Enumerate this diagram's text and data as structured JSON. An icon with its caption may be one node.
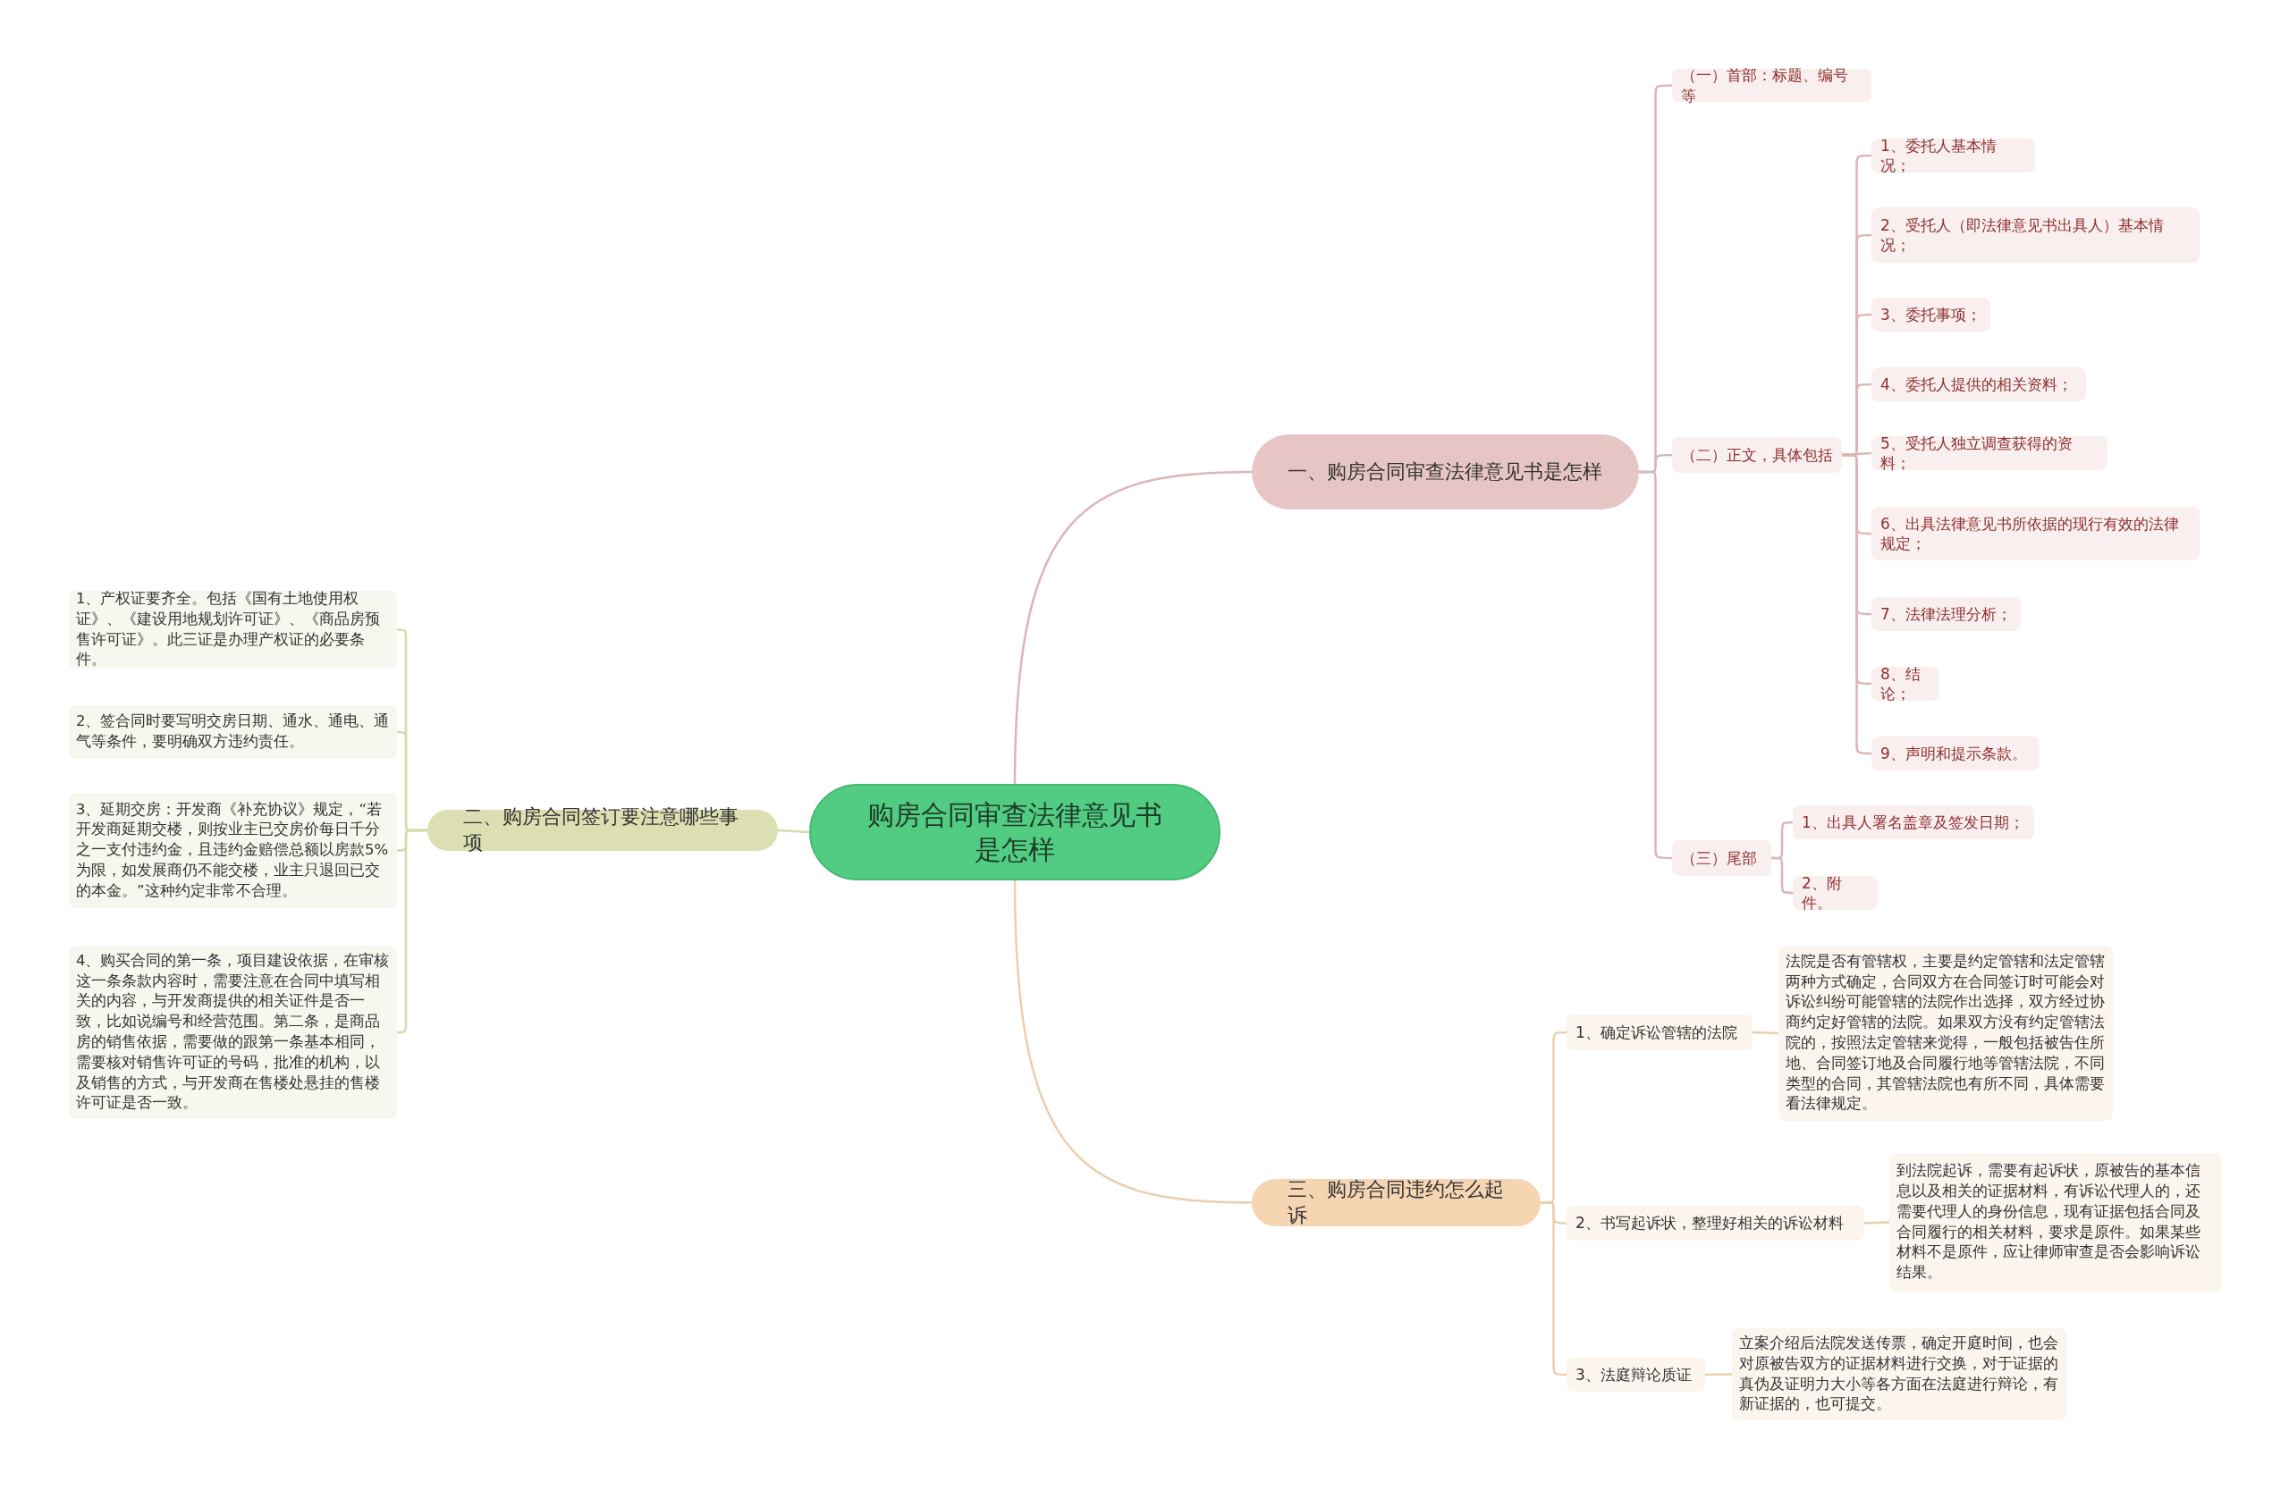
{
  "diagram": {
    "nodes": [
      {
        "text": [
          "购房合同审查法律意见书是怎样"
        ]
      },
      {
        "text": [
          "一、购房合同审查法律意见书是怎样"
        ]
      },
      {
        "text": [
          "（一）首部：标题、编号等"
        ]
      },
      {
        "text": [
          "（二）正文，具体包括"
        ]
      },
      {
        "text": [
          "1、委托人基本情况；"
        ]
      },
      {
        "text": [
          "2、受托人（即法律意见书出具人）基本情况；"
        ]
      },
      {
        "text": [
          "3、委托事项；"
        ]
      },
      {
        "text": [
          "4、委托人提供的相关资料；"
        ]
      },
      {
        "text": [
          "5、受托人独立调查获得的资料；"
        ]
      },
      {
        "text": [
          "6、出具法律意见书所依据的现行有效的法律规定；"
        ]
      },
      {
        "text": [
          "7、法律法理分析；"
        ]
      },
      {
        "text": [
          "8、结论；"
        ]
      },
      {
        "text": [
          "9、声明和提示条款。"
        ]
      },
      {
        "text": [
          "（三）尾部"
        ]
      },
      {
        "text": [
          "1、出具人署名盖章及签发日期；"
        ]
      },
      {
        "text": [
          "2、附件。"
        ]
      },
      {
        "text": [
          "二、购房合同签订要注意哪些事项"
        ]
      },
      {
        "text": [
          "1、产权证要齐全。包括《国有土地使用权证》、《建设用地规划许可证》、《商品房预售许可证》。此三证是办理产权证的必要条件。"
        ]
      },
      {
        "text": [
          "2、签合同时要写明交房日期、通水、通电、通气等条件，要明确双方违约责任。"
        ]
      },
      {
        "text": [
          "3、延期交房：开发商《补充协议》规定，“若开发商延期交楼，则按业主已交房价每日千分之一支付违约金，且违约金赔偿总额以房款5%为限，如发展商仍不能交楼，业主只退回已交的本金。”这种约定非常不合理。"
        ]
      },
      {
        "text": [
          "4、购买合同的第一条，项目建设依据，在审核这一条条款内容时，需要注意在合同中填写相关的内容，与开发商提供的相关证件是否一致，比如说编号和经营范围。第二条，是商品房的销售依据，需要做的跟第一条基本相同，需要核对销售许可证的号码，批准的机构，以及销售的方式，与开发商在售楼处悬挂的售楼许可证是否一致。"
        ]
      },
      {
        "text": [
          "三、购房合同违约怎么起诉"
        ]
      },
      {
        "text": [
          "1、确定诉讼管辖的法院"
        ]
      },
      {
        "text": [
          "法院是否有管辖权，主要是约定管辖和法定管辖两种方式确定，合同双方在合同签订时可能会对诉讼纠纷可能管辖的法院作出选择，双方经过协商约定好管辖的法院。如果双方没有约定管辖法院的，按照法定管辖来觉得，一般包括被告住所地、合同签订地及合同履行地等管辖法院，不同类型的合同，其管辖法院也有所不同，具体需要看法律规定。"
        ]
      },
      {
        "text": [
          "2、书写起诉状，整理好相关的诉讼材料"
        ]
      },
      {
        "text": [
          "到法院起诉，需要有起诉状，原被告的基本信息以及相关的证据材料，有诉讼代理人的，还需要代理人的身份信息，现有证据包括合同及合同履行的相关材料，要求是原件。如果某些材料不是原件，应让律师审查是否会影响诉讼结果。"
        ]
      },
      {
        "text": [
          "3、法庭辩论质证"
        ]
      },
      {
        "text": [
          "立案介绍后法院发送传票，确定开庭时间，也会对原被告双方的证据材料进行交换，对于证据的真伪及证明力大小等各方面在法庭进行辩论，有新证据的，也可提交。"
        ]
      }
    ],
    "edges": [
      {
        "from": 0,
        "to": 1,
        "arrow": "none"
      },
      {
        "from": 1,
        "to": 2,
        "arrow": "none"
      },
      {
        "from": 1,
        "to": 3,
        "arrow": "none"
      },
      {
        "from": 3,
        "to": 4,
        "arrow": "none"
      },
      {
        "from": 3,
        "to": 5,
        "arrow": "none"
      },
      {
        "from": 3,
        "to": 6,
        "arrow": "none"
      },
      {
        "from": 3,
        "to": 7,
        "arrow": "none"
      },
      {
        "from": 3,
        "to": 8,
        "arrow": "none"
      },
      {
        "from": 3,
        "to": 9,
        "arrow": "none"
      },
      {
        "from": 3,
        "to": 10,
        "arrow": "none"
      },
      {
        "from": 3,
        "to": 11,
        "arrow": "none"
      },
      {
        "from": 3,
        "to": 12,
        "arrow": "none"
      },
      {
        "from": 1,
        "to": 13,
        "arrow": "none"
      },
      {
        "from": 13,
        "to": 14,
        "arrow": "none"
      },
      {
        "from": 13,
        "to": 15,
        "arrow": "none"
      },
      {
        "from": 0,
        "to": 16,
        "arrow": "none"
      },
      {
        "from": 16,
        "to": 17,
        "arrow": "none"
      },
      {
        "from": 16,
        "to": 18,
        "arrow": "none"
      },
      {
        "from": 16,
        "to": 19,
        "arrow": "none"
      },
      {
        "from": 16,
        "to": 20,
        "arrow": "none"
      },
      {
        "from": 0,
        "to": 21,
        "arrow": "none"
      },
      {
        "from": 21,
        "to": 22,
        "arrow": "none"
      },
      {
        "from": 22,
        "to": 23,
        "arrow": "none"
      },
      {
        "from": 21,
        "to": 24,
        "arrow": "none"
      },
      {
        "from": 24,
        "to": 25,
        "arrow": "none"
      },
      {
        "from": 21,
        "to": 26,
        "arrow": "none"
      },
      {
        "from": 26,
        "to": 27,
        "arrow": "none"
      }
    ]
  }
}
